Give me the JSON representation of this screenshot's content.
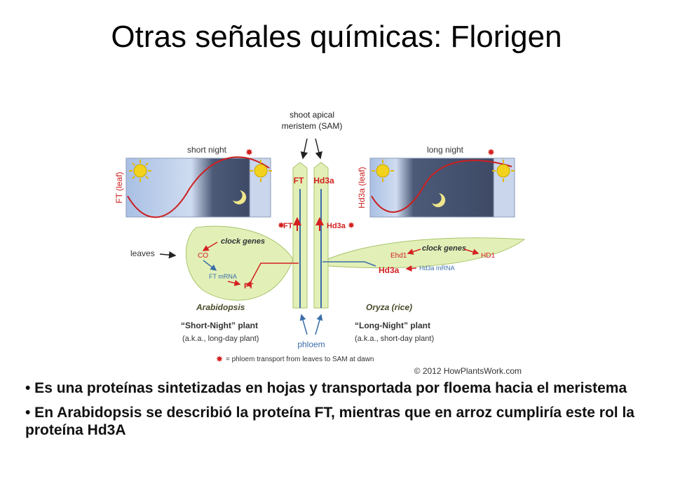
{
  "title": "Otras señales químicas: Florigen",
  "diagram": {
    "sam_label_1": "shoot apical",
    "sam_label_2": "meristem (SAM)",
    "short_night": "short night",
    "long_night": "long night",
    "ft_leaf": "FT (leaf)",
    "hd3a_leaf": "Hd3a (leaf)",
    "ft": "FT",
    "hd3a": "Hd3a",
    "leaves": "leaves",
    "clock_genes": "clock genes",
    "co": "CO",
    "ft_mrna": "FT mRNA",
    "ehd1": "Ehd1",
    "hd1": "HD1",
    "hd3a_mrna": "Hd3a mRNA",
    "arabidopsis": "Arabidopsis",
    "oryza": "Oryza (rice)",
    "short_night_plant": "“Short-Night” plant",
    "short_night_aka": "(a.k.a., long-day plant)",
    "long_night_plant": "“Long-Night” plant",
    "long_night_aka": "(a.k.a., short-day plant)",
    "phloem": "phloem",
    "legend": "= phloem transport from leaves to SAM at dawn",
    "copyright": "© 2012 HowPlantsWork.com"
  },
  "bullets": [
    "• Es una proteínas sintetizadas en hojas y transportada por floema hacia el meristema",
    "• En Arabidopsis se describió la proteína FT, mientras que en arroz cumpliría este rol la proteína Hd3A"
  ],
  "colors": {
    "red": "#d42020",
    "blue": "#3a6ea8",
    "leaf_fill": "#e2f0b8",
    "leaf_stroke": "#a9c46a",
    "night": "#4a5a78",
    "day": "#b8cce8"
  }
}
